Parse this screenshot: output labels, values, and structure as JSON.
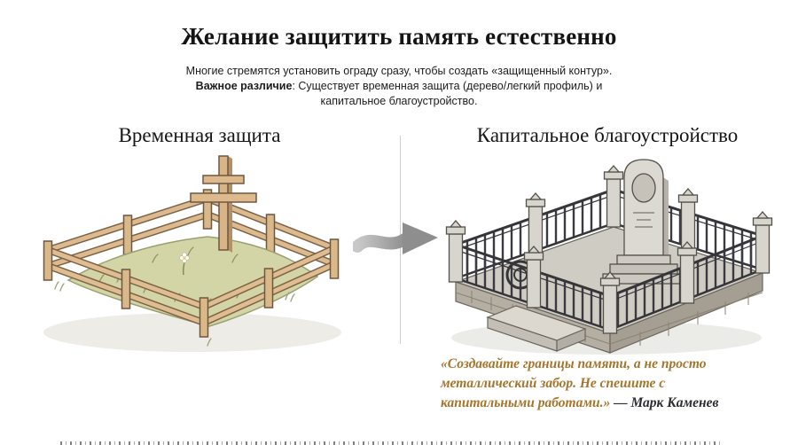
{
  "header": {
    "title": "Желание защитить память естественно",
    "intro_line1": "Многие стремятся установить ограду сразу, чтобы создать «защищенный контур».",
    "intro_bold": "Важное различие",
    "intro_line2_rest": ": Существует временная защита (дерево/легкий профиль) и",
    "intro_line3": "капитальное благоустройство."
  },
  "sections": {
    "left": {
      "heading": "Временная защита"
    },
    "right": {
      "heading": "Капитальное благоустройство"
    }
  },
  "quote": {
    "text": "«Создавайте границы памяти, а не просто металлический забор. Не спешите с капитальными работами.»",
    "author": "— Марк Каменев"
  },
  "icons": {
    "transition_arrow": "right-arrow",
    "left_illustration": "wooden-fence-grave-with-orthodox-cross",
    "right_illustration": "stone-memorial-with-metal-fence"
  },
  "colors": {
    "quote_text": "#a6752c",
    "quote_author": "#2d2d36",
    "wood": "#dcba8e",
    "metal": "#3a3a40",
    "stone": "#d8d5ce",
    "arrow": "#9c9c9c",
    "divider": "#cfcfcf"
  }
}
